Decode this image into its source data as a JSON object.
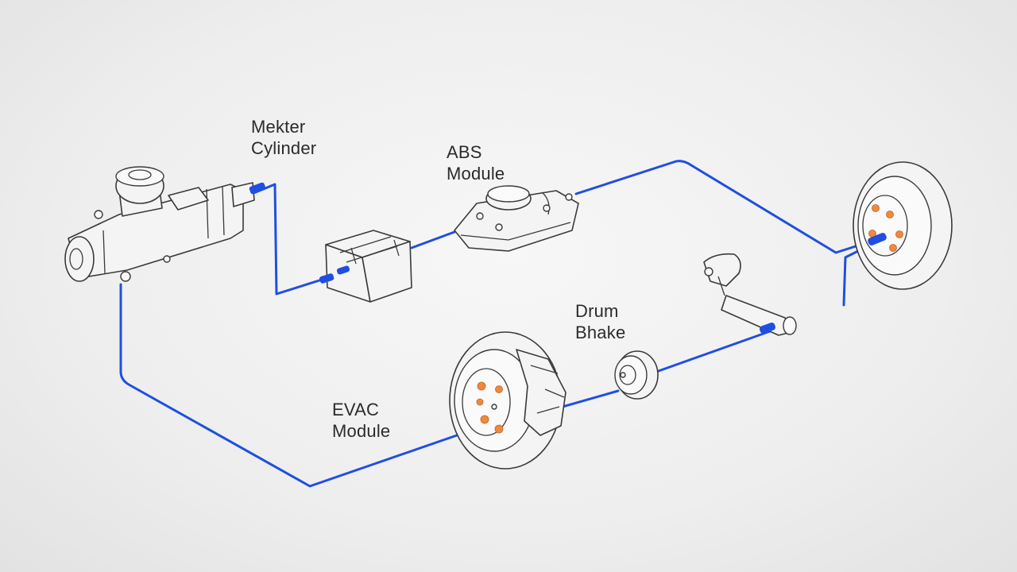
{
  "labels": {
    "master_cylinder": [
      "Mekter",
      "Cylinder"
    ],
    "abs_module": [
      "ABS",
      "Module"
    ],
    "drum_brake": [
      "Drum",
      "Bhake"
    ],
    "evac_module": [
      "EVAC",
      "Module"
    ]
  },
  "colors": {
    "brake_line": "#1f4fe0",
    "stud": "#ef8a3c",
    "outline": "#3a3a3a"
  }
}
